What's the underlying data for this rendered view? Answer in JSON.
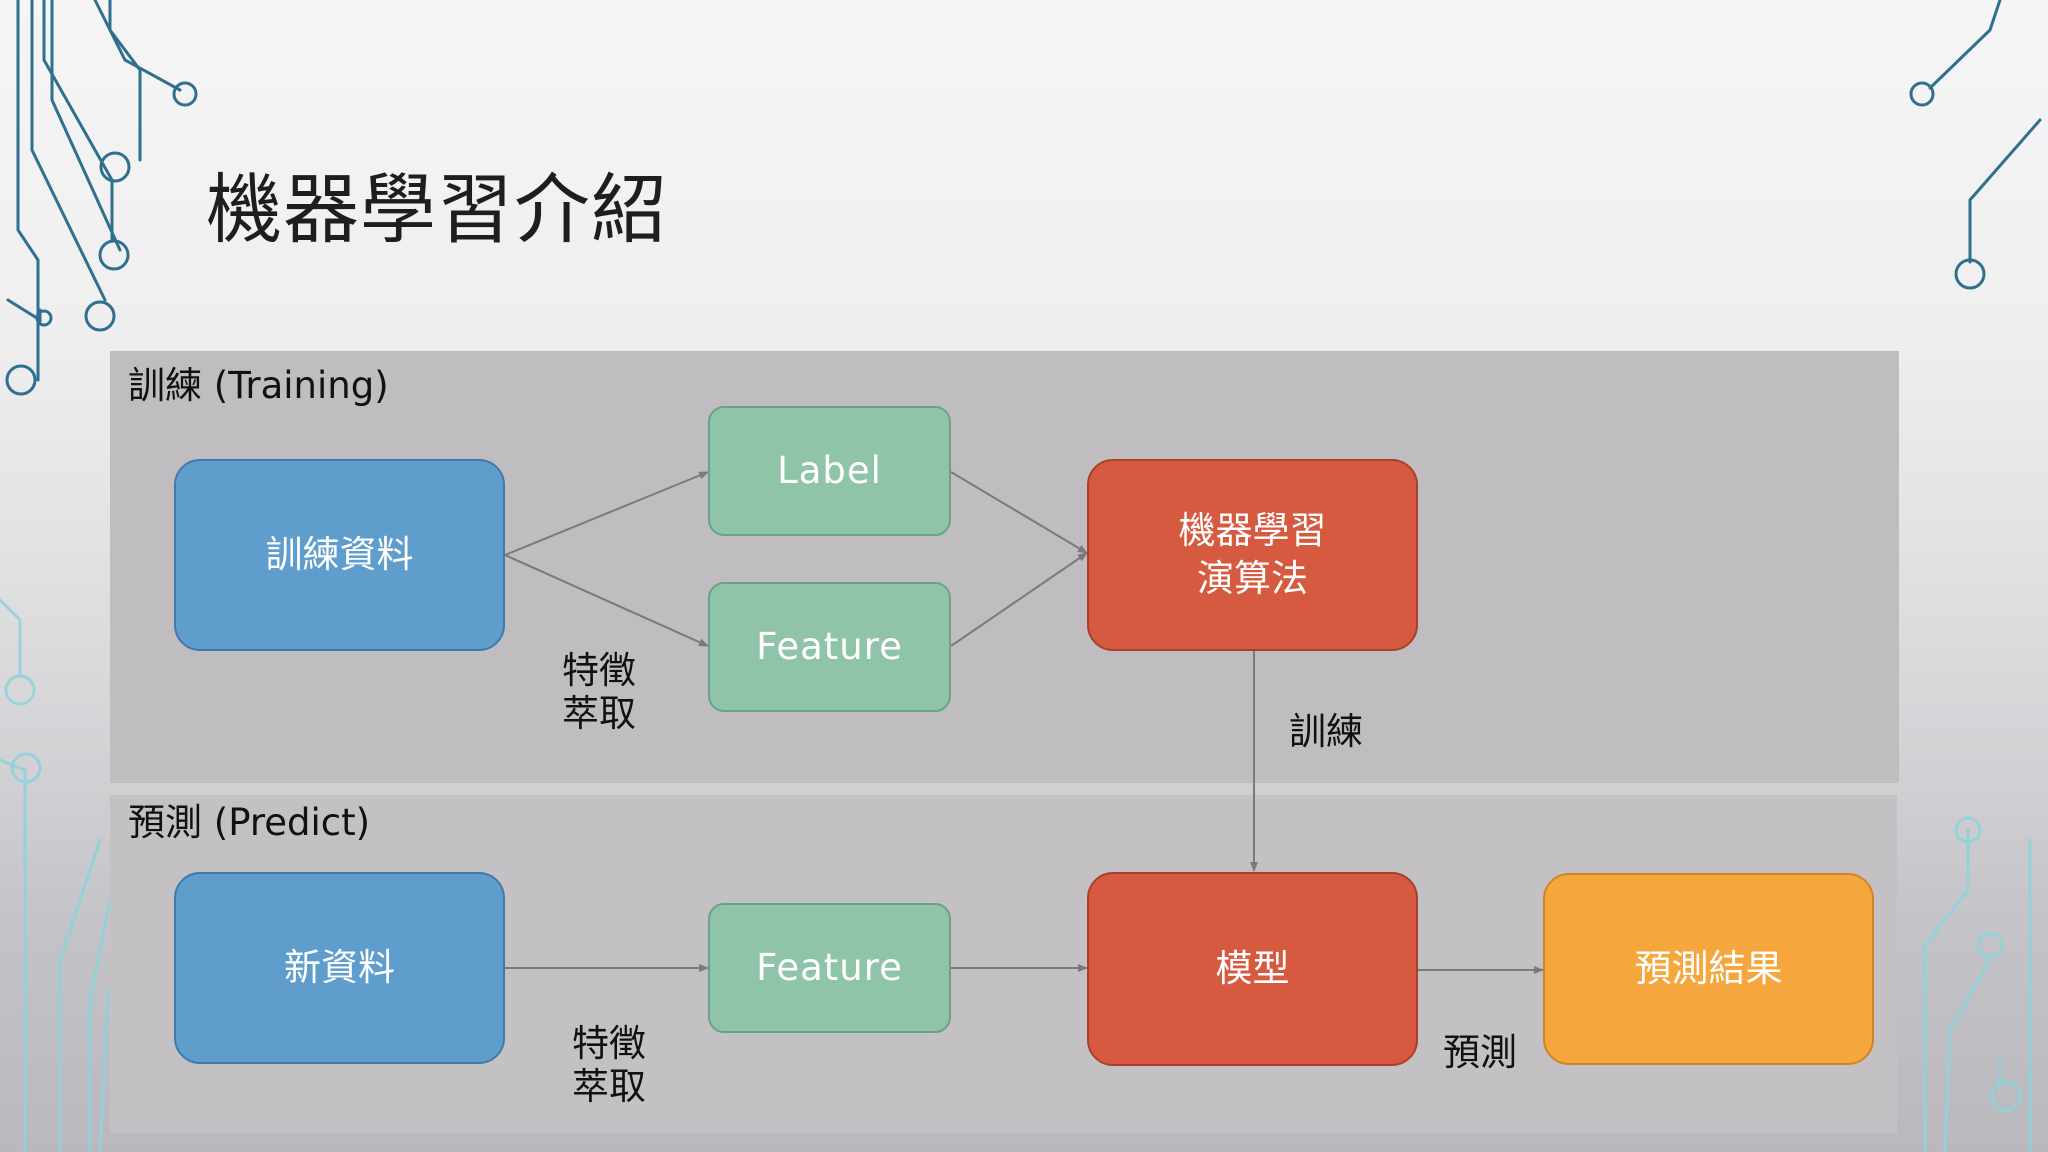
{
  "slide": {
    "title": "機器學習介紹"
  },
  "panels": {
    "training_label": "訓練 (Training)",
    "predict_label": "預測 (Predict)"
  },
  "nodes": {
    "training_data": "訓練資料",
    "label": "Label",
    "feature_train": "Feature",
    "ml_algorithm": "機器學習\n演算法",
    "new_data": "新資料",
    "feature_predict": "Feature",
    "model": "模型",
    "prediction_result": "預測結果"
  },
  "edge_labels": {
    "feature_extraction_train": "特徵\n萃取",
    "train": "訓練",
    "feature_extraction_predict": "特徵\n萃取",
    "predict": "預測"
  },
  "colors": {
    "data_node": "#5e9dcc",
    "feature_node": "#8fc4a9",
    "model_node": "#d55a3f",
    "result_node": "#f5a73d",
    "arrow": "#7a7a7a",
    "circuit_dark": "#2f6f8f",
    "circuit_light": "#8fd3dc"
  }
}
